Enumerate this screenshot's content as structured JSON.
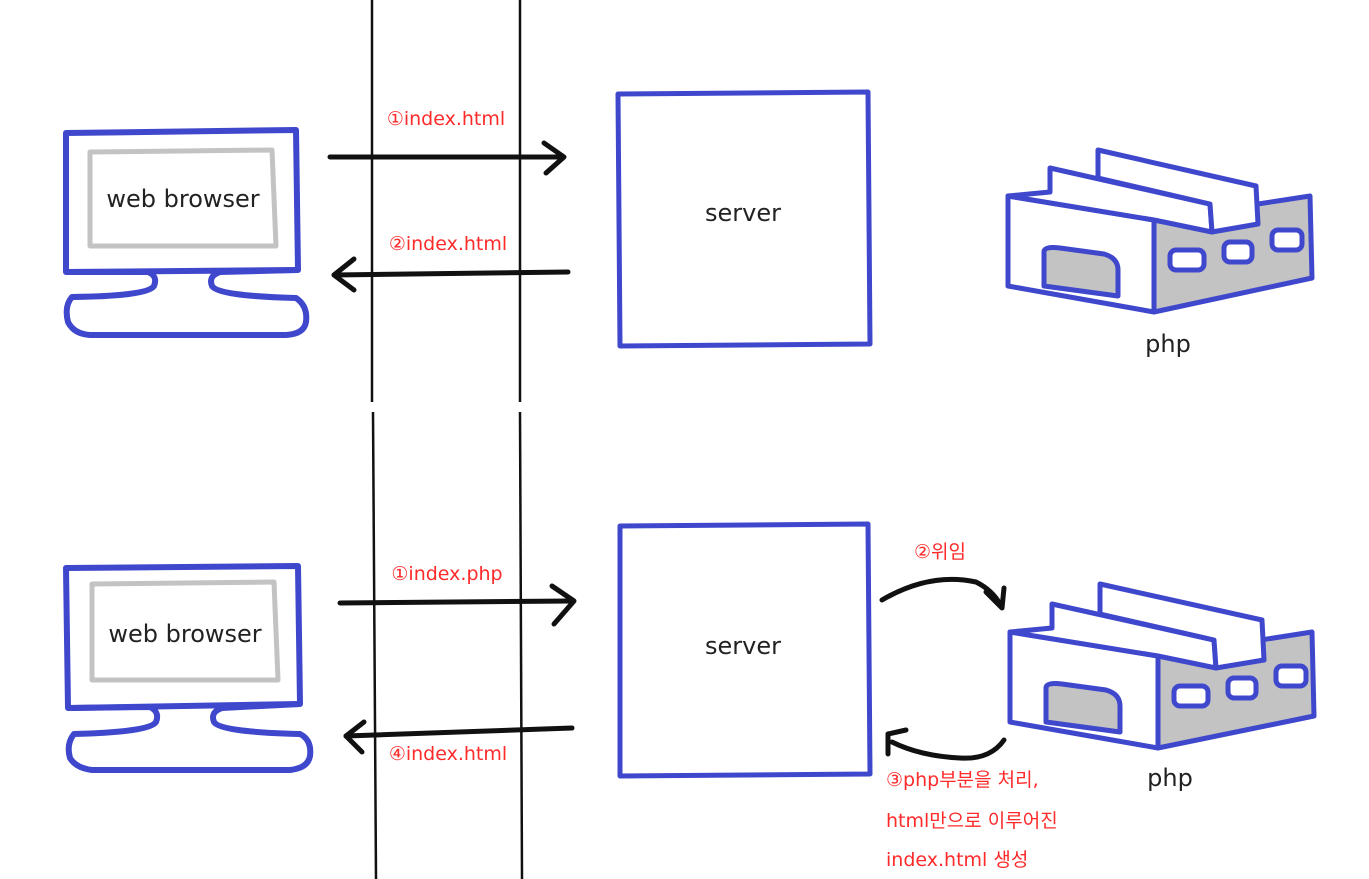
{
  "top": {
    "browser_label": "web browser",
    "server_label": "server",
    "php_label": "php",
    "request_label": "①index.html",
    "response_label": "②index.html"
  },
  "bottom": {
    "browser_label": "web browser",
    "server_label": "server",
    "php_label": "php",
    "request_label": "①index.php",
    "delegate_label": "②위임",
    "process_label_line1": "③php부분을 처리,",
    "process_label_line2": "html만으로 이루어진",
    "process_label_line3": "index.html 생성",
    "response_label": "④index.html"
  },
  "colors": {
    "outline_blue": "#3f48cc",
    "screen_gray": "#c3c3c3",
    "label_red": "#ff2a2a",
    "arrow_black": "#111111"
  }
}
